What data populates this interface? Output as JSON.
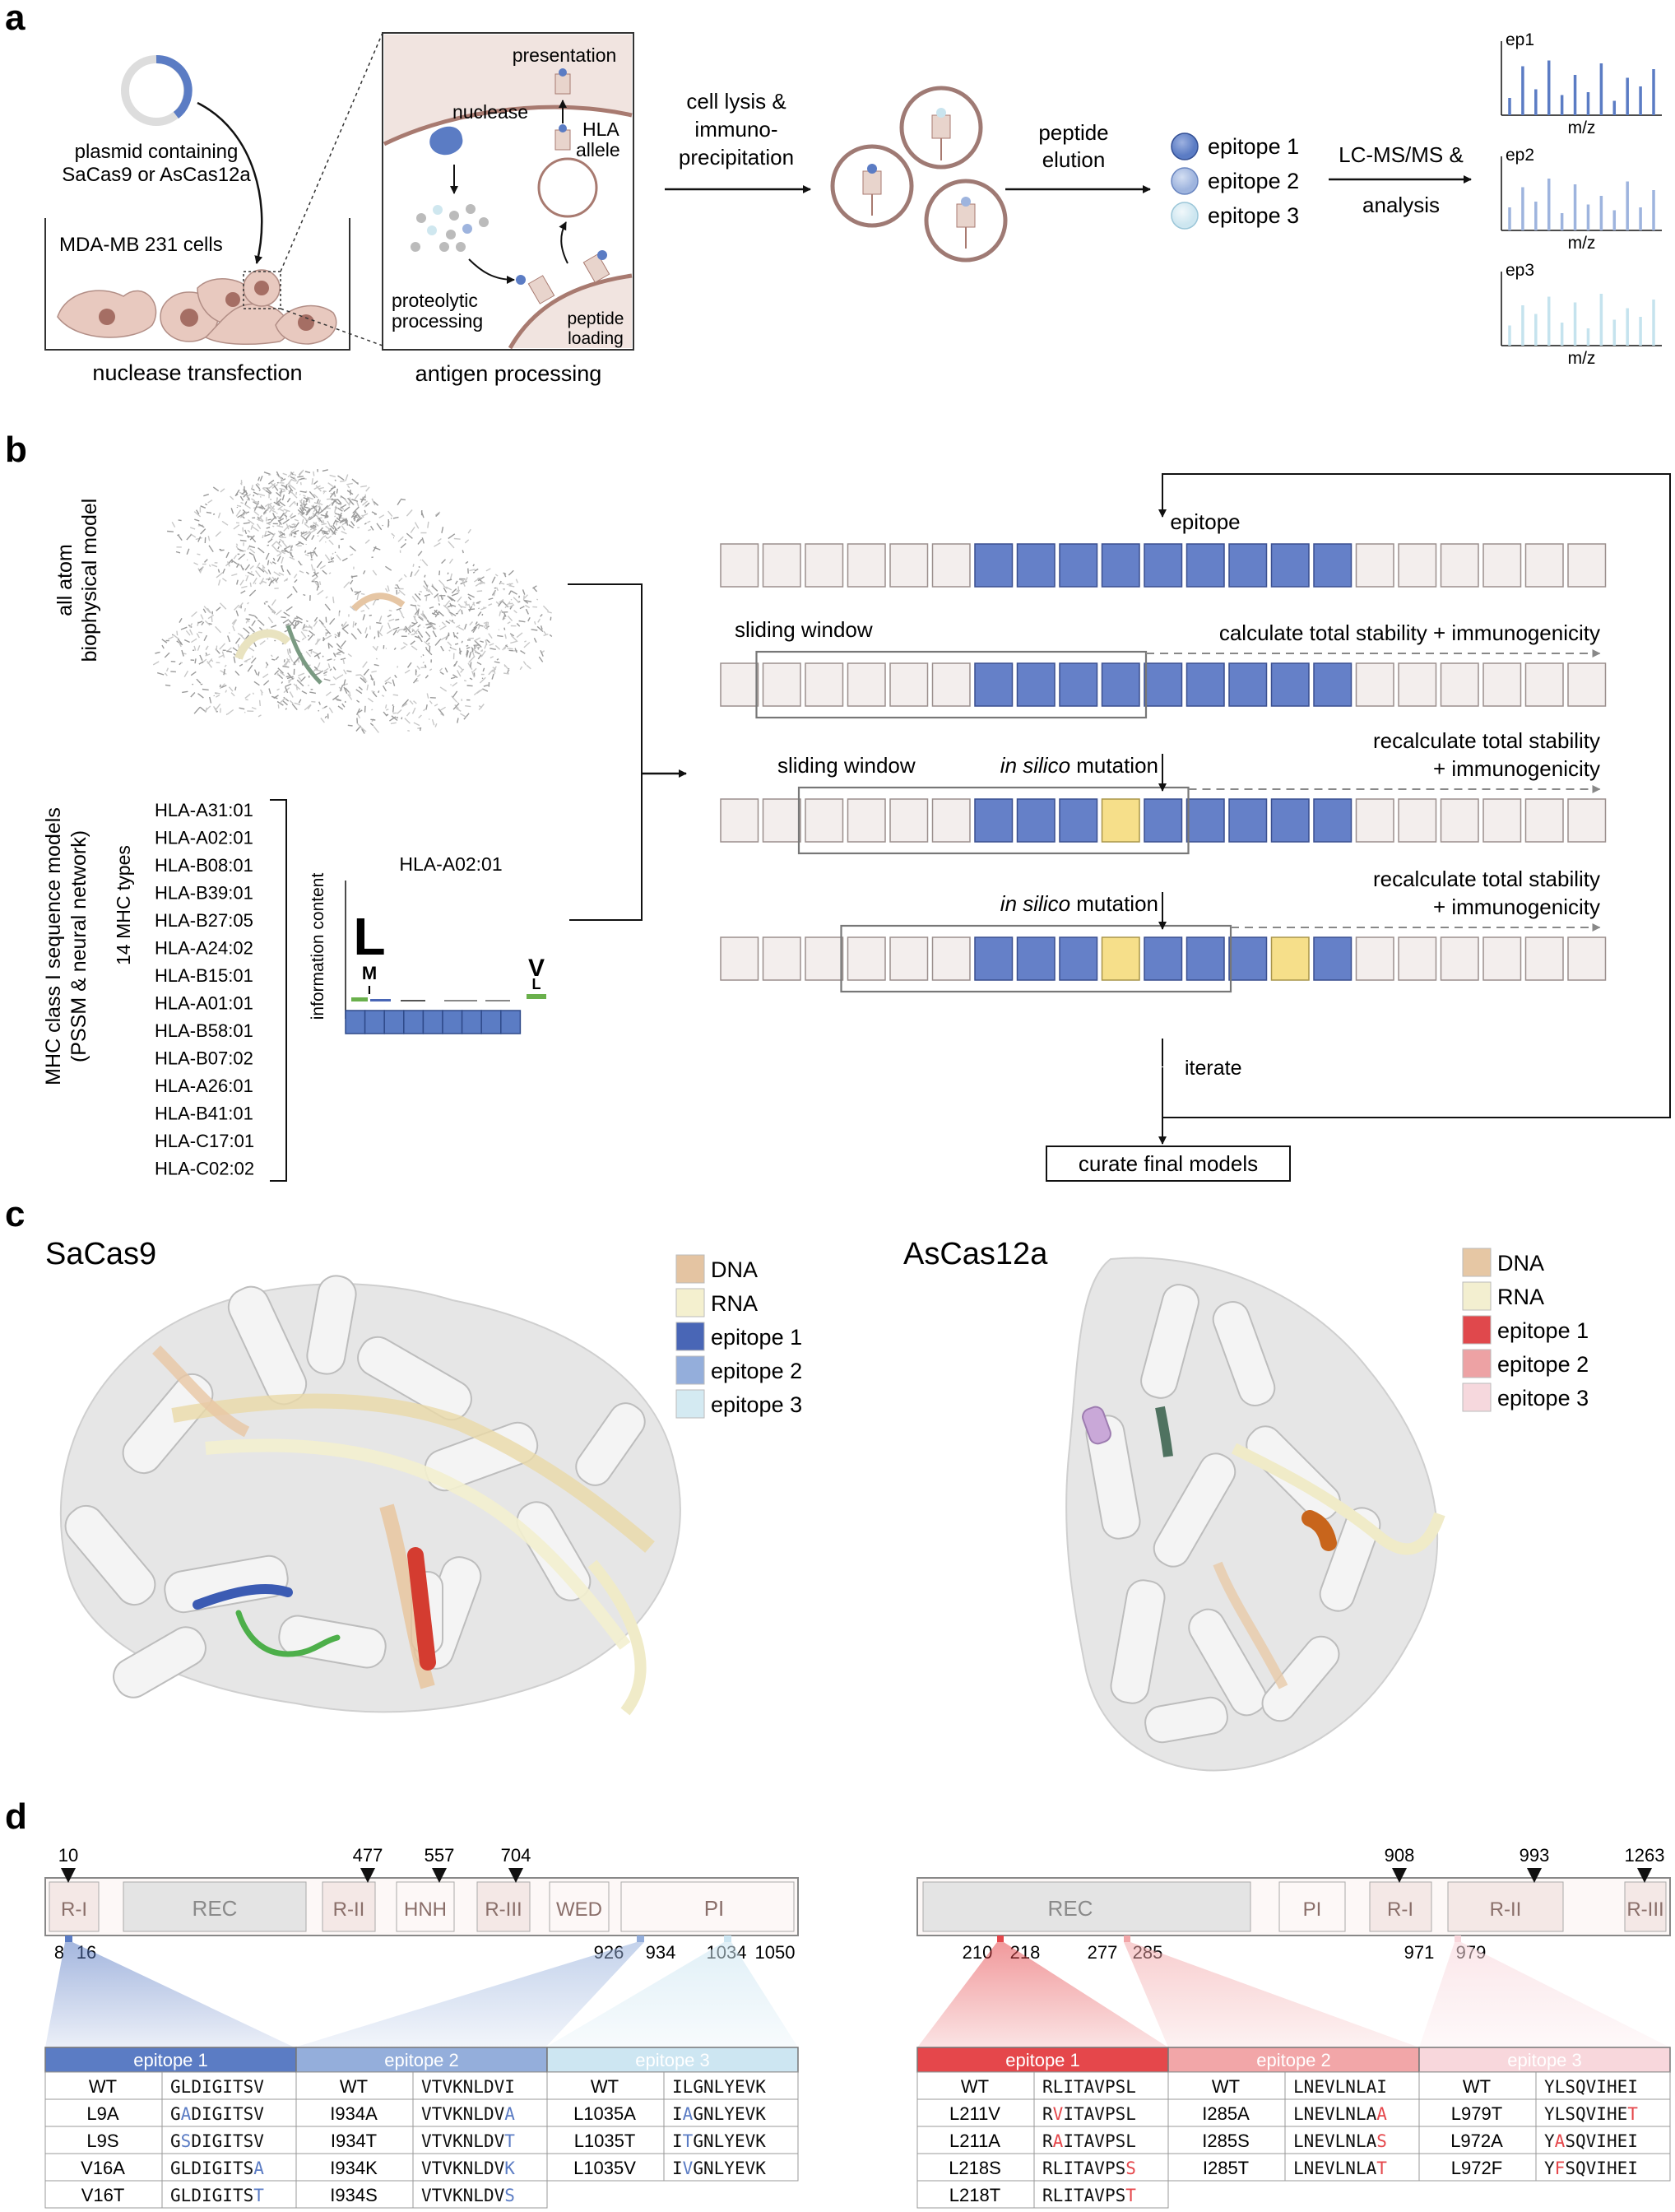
{
  "panels": {
    "a": "a",
    "b": "b",
    "c": "c",
    "d": "d"
  },
  "panel_a": {
    "plasmid_label": [
      "plasmid containing",
      "SaCas9 or AsCas12a"
    ],
    "cells_label": "MDA-MB 231 cells",
    "transfection_caption": "nuclease transfection",
    "zoom_labels": {
      "presentation": "presentation",
      "nuclease": "nuclease",
      "hla": [
        "HLA",
        "allele"
      ],
      "proteolytic": [
        "proteolytic",
        "processing"
      ],
      "loading": [
        "peptide",
        "loading"
      ]
    },
    "antigen_caption": "antigen processing",
    "step1": [
      "cell lysis &",
      "immuno-",
      "precipitation"
    ],
    "step2": [
      "peptide",
      "elution"
    ],
    "epitopes": [
      "epitope 1",
      "epitope 2",
      "epitope 3"
    ],
    "step3": [
      "LC-MS/MS &",
      "analysis"
    ],
    "spectra": [
      {
        "label": "ep1",
        "axis": "m/z",
        "color": "#5b7cc4",
        "peaks": [
          0.3,
          0.85,
          0.45,
          0.95,
          0.35,
          0.7,
          0.4,
          0.9,
          0.25,
          0.65,
          0.5,
          0.8
        ]
      },
      {
        "label": "ep2",
        "axis": "m/z",
        "color": "#9eb4de",
        "peaks": [
          0.4,
          0.75,
          0.5,
          0.9,
          0.3,
          0.8,
          0.45,
          0.6,
          0.35,
          0.85,
          0.4,
          0.7
        ]
      },
      {
        "label": "ep3",
        "axis": "m/z",
        "color": "#c5e3ee",
        "peaks": [
          0.35,
          0.7,
          0.55,
          0.85,
          0.4,
          0.75,
          0.3,
          0.9,
          0.45,
          0.65,
          0.5,
          0.8
        ]
      }
    ]
  },
  "panel_b": {
    "model_label": [
      "all atom",
      "biophysical model"
    ],
    "mhc_label": [
      "MHC class I sequence models",
      "(PSSM & neural network)"
    ],
    "mhc_types_label": "14 MHC types",
    "hla_types": [
      "HLA-A31:01",
      "HLA-A02:01",
      "HLA-B08:01",
      "HLA-B39:01",
      "HLA-B27:05",
      "HLA-A24:02",
      "HLA-B15:01",
      "HLA-A01:01",
      "HLA-B58:01",
      "HLA-B07:02",
      "HLA-A26:01",
      "HLA-B41:01",
      "HLA-C17:01",
      "HLA-C02:02"
    ],
    "logo_title": "HLA-A02:01",
    "logo_axis": "information content",
    "rows": [
      {
        "label": "epitope",
        "tag": "",
        "mut": [],
        "window": null
      },
      {
        "label": "sliding window",
        "tag": "calculate total stability + immunogenicity",
        "mut": [],
        "window": [
          1,
          9
        ]
      },
      {
        "label": "sliding window",
        "tag": "recalculate total stability\n+ immunogenicity",
        "mut": [
          9
        ],
        "window": [
          2,
          10
        ]
      },
      {
        "label": "",
        "tag": "recalculate total stability\n+ immunogenicity",
        "mut": [
          9,
          13
        ],
        "window": [
          3,
          11
        ]
      }
    ],
    "epitope_range": [
      6,
      14
    ],
    "n_cells": 21,
    "mutation_label": [
      "in silico",
      " mutation"
    ],
    "iterate_label": "iterate",
    "final_label": "curate final models"
  },
  "panel_c": {
    "left_title": "SaCas9",
    "right_title": "AsCas12a",
    "left_legend": [
      {
        "label": "DNA",
        "color": "#e4c4a2"
      },
      {
        "label": "RNA",
        "color": "#f4f0cf"
      },
      {
        "label": "epitope 1",
        "color": "#4966b6"
      },
      {
        "label": "epitope 2",
        "color": "#94aedb"
      },
      {
        "label": "epitope 3",
        "color": "#d4eaf2"
      }
    ],
    "right_legend": [
      {
        "label": "DNA",
        "color": "#e6c7a4"
      },
      {
        "label": "RNA",
        "color": "#f3efd0"
      },
      {
        "label": "epitope 1",
        "color": "#e0484c"
      },
      {
        "label": "epitope 2",
        "color": "#eda2a4"
      },
      {
        "label": "epitope 3",
        "color": "#f6d8dd"
      }
    ]
  },
  "panel_d": {
    "left": {
      "top_numbers": [
        "10",
        "477",
        "557",
        "704"
      ],
      "domains": [
        "R-I",
        "REC",
        "R-II",
        "HNH",
        "R-III",
        "WED",
        "PI"
      ],
      "bottom_numbers": [
        "8",
        "16",
        "926",
        "934",
        "1034",
        "1050"
      ],
      "tables": [
        {
          "header": "epitope 1",
          "color": "#5b7cc4",
          "rows": [
            [
              "WT",
              "GLDIGITSV"
            ],
            [
              "L9A",
              "GADIGITSV"
            ],
            [
              "L9S",
              "GSDIGITSV"
            ],
            [
              "V16A",
              "GLDIGITSA"
            ],
            [
              "V16T",
              "GLDIGITST"
            ]
          ]
        },
        {
          "header": "epitope 2",
          "color": "#94aedb",
          "rows": [
            [
              "WT",
              "VTVKNLDVI"
            ],
            [
              "I934A",
              "VTVKNLDVA"
            ],
            [
              "I934T",
              "VTVKNLDVT"
            ],
            [
              "I934K",
              "VTVKNLDVK"
            ],
            [
              "I934S",
              "VTVKNLDVS"
            ]
          ]
        },
        {
          "header": "epitope 3",
          "color": "#cde6f2",
          "rows": [
            [
              "WT",
              "ILGNLYEVK"
            ],
            [
              "L1035A",
              "IAGNLYEVK"
            ],
            [
              "L1035T",
              "ITGNLYEVK"
            ],
            [
              "L1035V",
              "IVGNLYEVK"
            ]
          ]
        }
      ]
    },
    "right": {
      "top_numbers": [
        "908",
        "993",
        "1263"
      ],
      "domains": [
        "REC",
        "PI",
        "R-I",
        "R-II",
        "R-III"
      ],
      "bottom_numbers": [
        "210",
        "218",
        "277",
        "285",
        "971",
        "979"
      ],
      "tables": [
        {
          "header": "epitope 1",
          "color": "#e5474b",
          "rows": [
            [
              "WT",
              "RLITAVPSL"
            ],
            [
              "L211V",
              "RVITAVPSL"
            ],
            [
              "L211A",
              "RAITAVPSL"
            ],
            [
              "L218S",
              "RLITAVPSS"
            ],
            [
              "L218T",
              "RLITAVPST"
            ]
          ]
        },
        {
          "header": "epitope 2",
          "color": "#f2a6a8",
          "rows": [
            [
              "WT",
              "LNEVLNLAI"
            ],
            [
              "I285A",
              "LNEVLNLAA"
            ],
            [
              "I285S",
              "LNEVLNLAS"
            ],
            [
              "I285T",
              "LNEVLNLAT"
            ]
          ]
        },
        {
          "header": "epitope 3",
          "color": "#f8d7dc",
          "rows": [
            [
              "WT",
              "YLSQVIHEI"
            ],
            [
              "L979T",
              "YLSQVIHET"
            ],
            [
              "L972A",
              "YASQVIHEI"
            ],
            [
              "L972F",
              "YFSQVIHEI"
            ]
          ]
        }
      ]
    }
  }
}
